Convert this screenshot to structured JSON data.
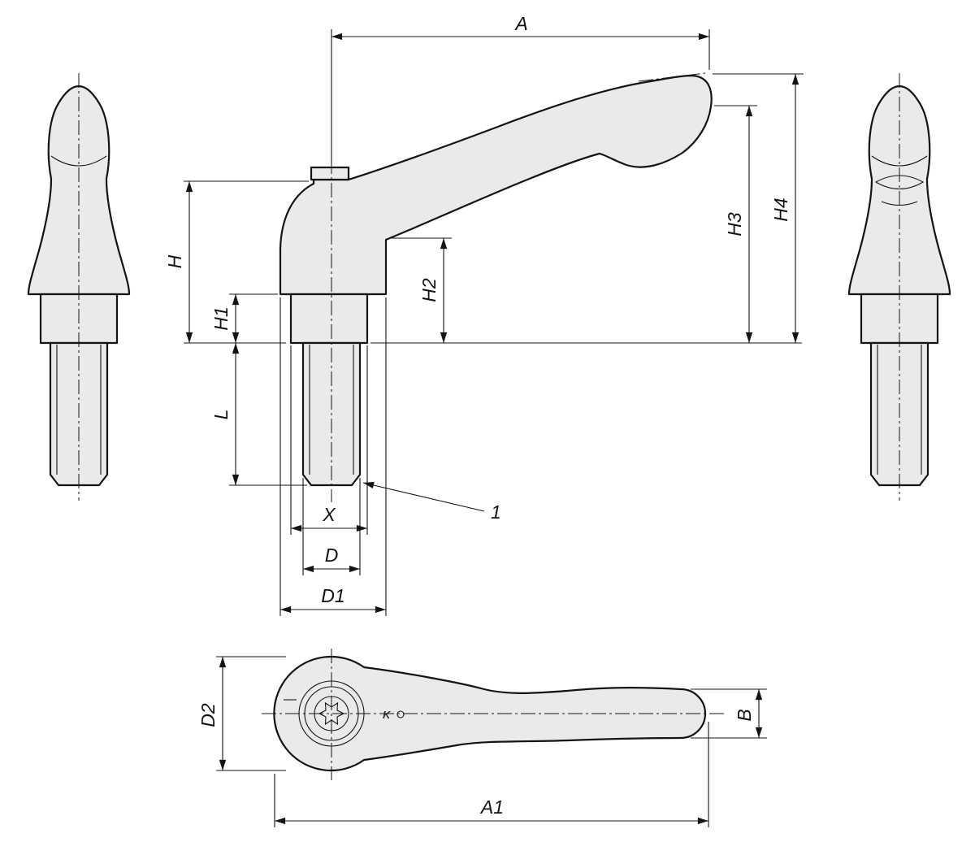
{
  "colors": {
    "part_fill": "#e9ebeb",
    "line_color": "#141414",
    "background": "#ffffff"
  },
  "dimensions": {
    "A": "A",
    "H": "H",
    "H1": "H1",
    "H2": "H2",
    "H3": "H3",
    "H4": "H4",
    "L": "L",
    "X": "X",
    "D": "D",
    "D1": "D1",
    "D2": "D2",
    "B": "B",
    "A1": "A1"
  },
  "callouts": {
    "item_1": "1"
  },
  "brand_stamp": "K"
}
